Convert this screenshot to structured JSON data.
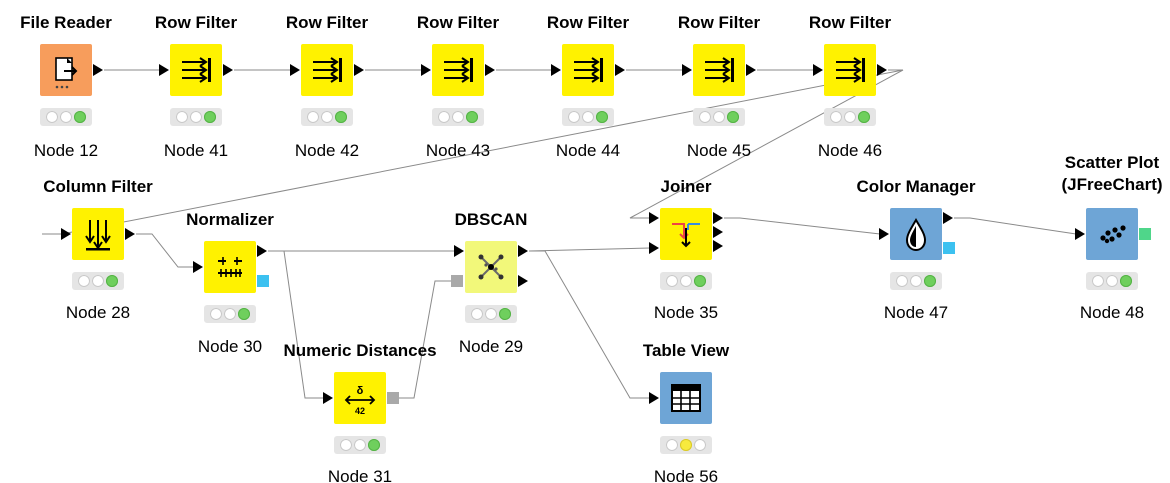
{
  "colors": {
    "file_reader": "#f79d5c",
    "manipulator": "#fff200",
    "dbscan": "#f2f87a",
    "visualizer": "#6ea5d6",
    "wire": "#8a8a8a",
    "model_port": "#a9a9a9",
    "color_port": "#3cc1f0",
    "image_port": "#4fd68a"
  },
  "nodes": [
    {
      "key": "n12",
      "title": "File Reader",
      "node_id": "Node 12",
      "icon": "file-reader-icon",
      "status": [
        "off",
        "off",
        "green"
      ]
    },
    {
      "key": "n41",
      "title": "Row Filter",
      "node_id": "Node 41",
      "icon": "row-filter-icon",
      "status": [
        "off",
        "off",
        "green"
      ]
    },
    {
      "key": "n42",
      "title": "Row Filter",
      "node_id": "Node 42",
      "icon": "row-filter-icon",
      "status": [
        "off",
        "off",
        "green"
      ]
    },
    {
      "key": "n43",
      "title": "Row Filter",
      "node_id": "Node 43",
      "icon": "row-filter-icon",
      "status": [
        "off",
        "off",
        "green"
      ]
    },
    {
      "key": "n44",
      "title": "Row Filter",
      "node_id": "Node 44",
      "icon": "row-filter-icon",
      "status": [
        "off",
        "off",
        "green"
      ]
    },
    {
      "key": "n45",
      "title": "Row Filter",
      "node_id": "Node 45",
      "icon": "row-filter-icon",
      "status": [
        "off",
        "off",
        "green"
      ]
    },
    {
      "key": "n46",
      "title": "Row Filter",
      "node_id": "Node 46",
      "icon": "row-filter-icon",
      "status": [
        "off",
        "off",
        "green"
      ]
    },
    {
      "key": "n28",
      "title": "Column Filter",
      "node_id": "Node 28",
      "icon": "column-filter-icon",
      "status": [
        "off",
        "off",
        "green"
      ]
    },
    {
      "key": "n30",
      "title": "Normalizer",
      "node_id": "Node 30",
      "icon": "normalizer-icon",
      "status": [
        "off",
        "off",
        "green"
      ]
    },
    {
      "key": "n31",
      "title": "Numeric Distances",
      "node_id": "Node 31",
      "icon": "numeric-distances-icon",
      "status": [
        "off",
        "off",
        "green"
      ]
    },
    {
      "key": "n29",
      "title": "DBSCAN",
      "node_id": "Node 29",
      "icon": "dbscan-icon",
      "status": [
        "off",
        "off",
        "green"
      ]
    },
    {
      "key": "n35",
      "title": "Joiner",
      "node_id": "Node 35",
      "icon": "joiner-icon",
      "status": [
        "off",
        "off",
        "green"
      ]
    },
    {
      "key": "n56",
      "title": "Table View",
      "node_id": "Node 56",
      "icon": "table-view-icon",
      "status": [
        "off",
        "yellow",
        "off"
      ]
    },
    {
      "key": "n47",
      "title": "Color Manager",
      "node_id": "Node 47",
      "icon": "color-manager-icon",
      "status": [
        "off",
        "off",
        "green"
      ]
    },
    {
      "key": "n48",
      "title_lines": [
        "Scatter Plot",
        "(JFreeChart)"
      ],
      "node_id": "Node 48",
      "icon": "scatter-plot-icon",
      "status": [
        "off",
        "off",
        "green"
      ]
    }
  ]
}
